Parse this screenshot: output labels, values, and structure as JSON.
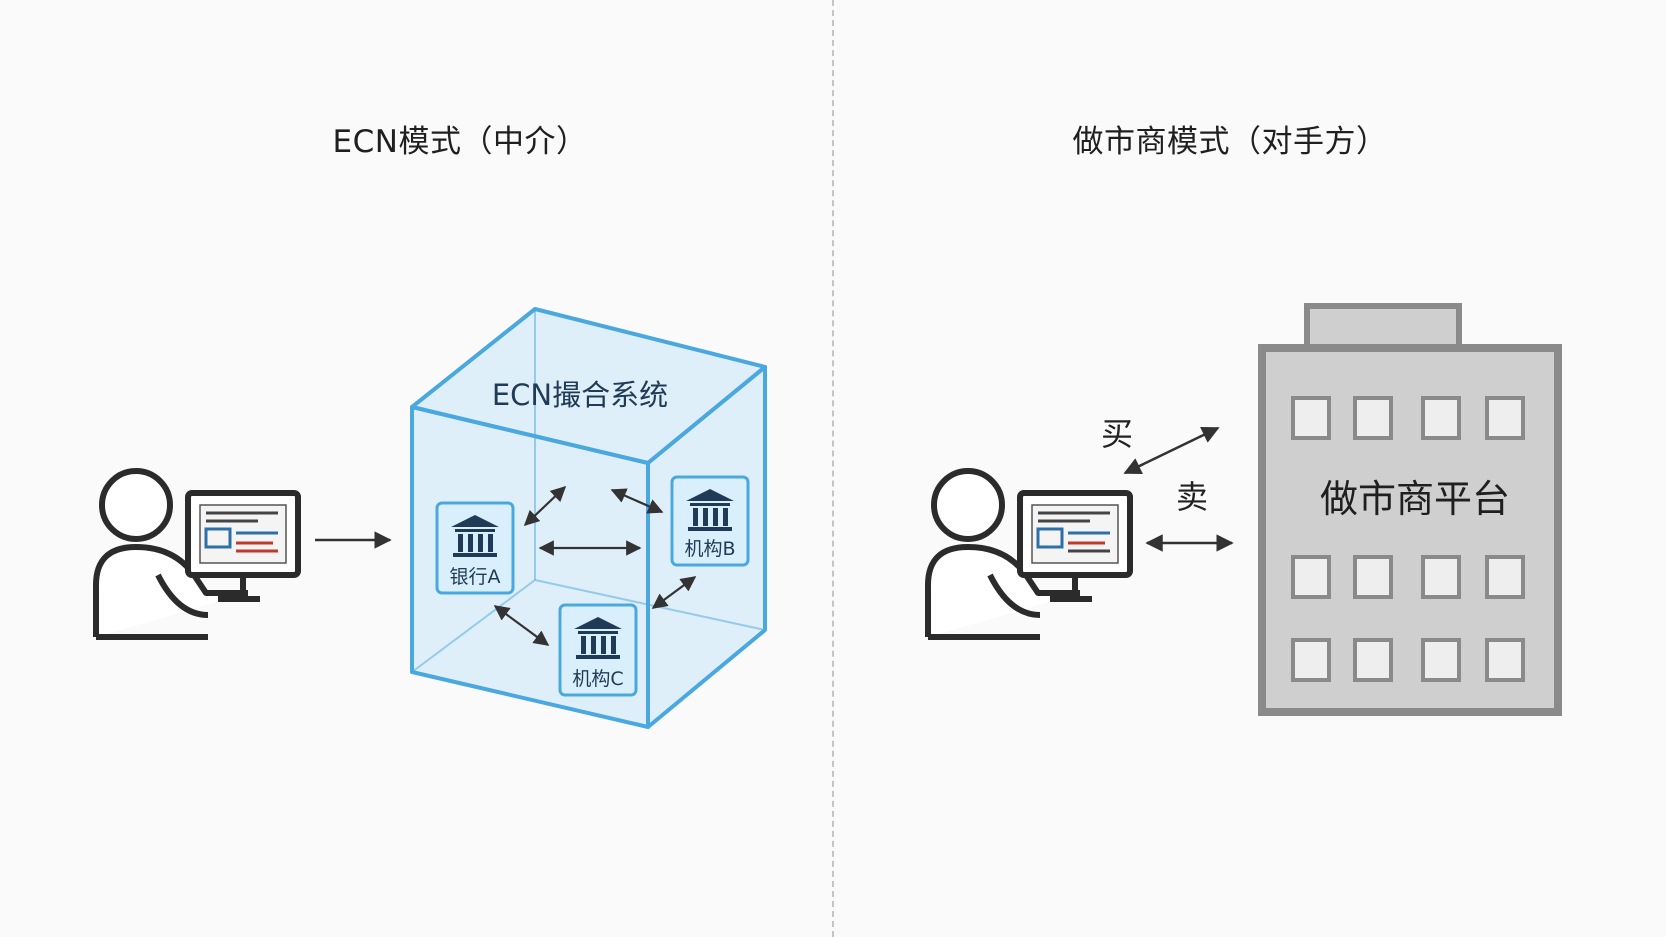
{
  "panels": {
    "ecn": {
      "title": "ECN模式（中介）",
      "system_label": "ECN撮合系统",
      "institutions": [
        {
          "label": "银行A"
        },
        {
          "label": "机构B"
        },
        {
          "label": "机构C"
        }
      ]
    },
    "market_maker": {
      "title": "做市商模式（对手方）",
      "platform_label": "做市商平台",
      "buy_label": "买",
      "sell_label": "卖"
    }
  },
  "colors": {
    "cube_stroke": "#4aa8e0",
    "cube_fill": "#c9e6f8",
    "building_fill": "#cfcfcf",
    "building_stroke": "#8a8a8a",
    "line": "#2b2b2b",
    "accent_red": "#c0392b",
    "accent_blue": "#2e6fa8"
  },
  "icons": [
    "person-at-computer-icon",
    "bank-icon",
    "building-icon"
  ]
}
